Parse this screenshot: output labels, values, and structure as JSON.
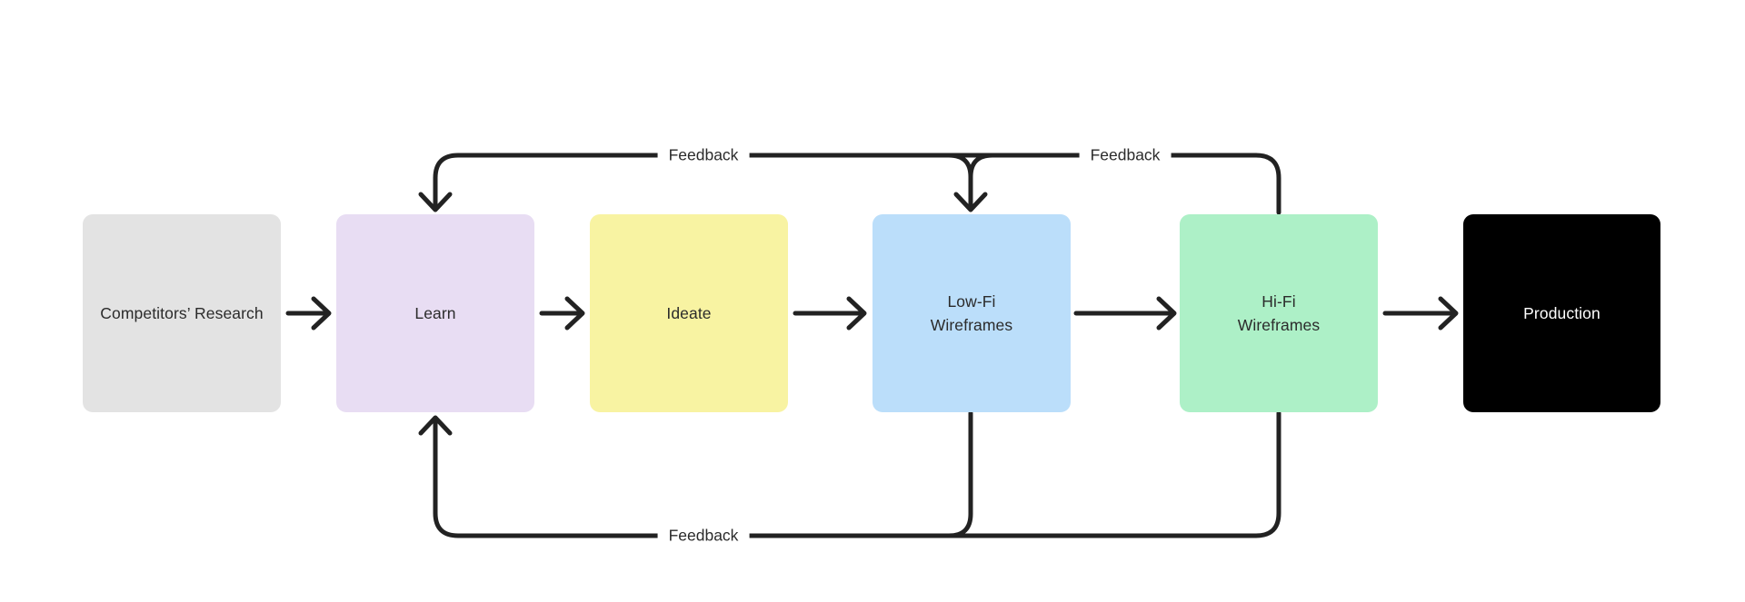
{
  "diagram": {
    "background_color": "#FFFFFF",
    "stroke_color": "#222222",
    "nodes": [
      {
        "id": "competitors-research",
        "label": "Competitors’ Research",
        "bg": "#E3E3E3",
        "text_color": "#2B2B2B"
      },
      {
        "id": "learn",
        "label": "Learn",
        "bg": "#E8DDF3",
        "text_color": "#2B2B2B"
      },
      {
        "id": "ideate",
        "label": "Ideate",
        "bg": "#F8F3A2",
        "text_color": "#2B2B2B"
      },
      {
        "id": "lowfi-wireframes",
        "label": "Low-Fi\nWireframes",
        "bg": "#BBDEFA",
        "text_color": "#2B2B2B"
      },
      {
        "id": "hifi-wireframes",
        "label": "Hi-Fi\nWireframes",
        "bg": "#ADF0C7",
        "text_color": "#2B2B2B"
      },
      {
        "id": "production",
        "label": "Production",
        "bg": "#000000",
        "text_color": "#FFFFFF"
      }
    ],
    "edge_labels": [
      {
        "id": "feedback-top-left",
        "label": "Feedback"
      },
      {
        "id": "feedback-top-right",
        "label": "Feedback"
      },
      {
        "id": "feedback-bottom",
        "label": "Feedback"
      }
    ]
  }
}
